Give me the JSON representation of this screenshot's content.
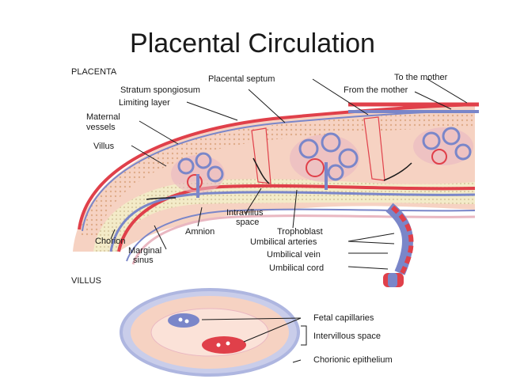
{
  "title": "Placental Circulation",
  "sections": {
    "placenta": "PLACENTA",
    "villus": "VILLUS"
  },
  "labels": {
    "placental_septum": "Placental septum",
    "to_mother": "To the mother",
    "stratum": "Stratum spongiosum",
    "from_mother": "From the mother",
    "limiting": "Limiting layer",
    "maternal_1": "Maternal",
    "maternal_2": "vessels",
    "villus": "Villus",
    "intravillus_1": "Intravillus",
    "intravillus_2": "space",
    "amnion": "Amnion",
    "trophoblast": "Trophoblast",
    "chorion": "Chorion",
    "umb_arteries": "Umbilical arteries",
    "marginal_1": "Marginal",
    "marginal_2": "sinus",
    "umb_vein": "Umbilical vein",
    "umb_cord": "Umbilical cord",
    "fetal_cap": "Fetal capillaries",
    "intervillous": "Intervillous space",
    "chorionic": "Chorionic epithelium"
  },
  "colors": {
    "artery": "#e0404a",
    "vein": "#7a86c9",
    "tissue": "#f6d2c2",
    "dots": "#d9a27c",
    "chorion": "#f3ebc8"
  }
}
